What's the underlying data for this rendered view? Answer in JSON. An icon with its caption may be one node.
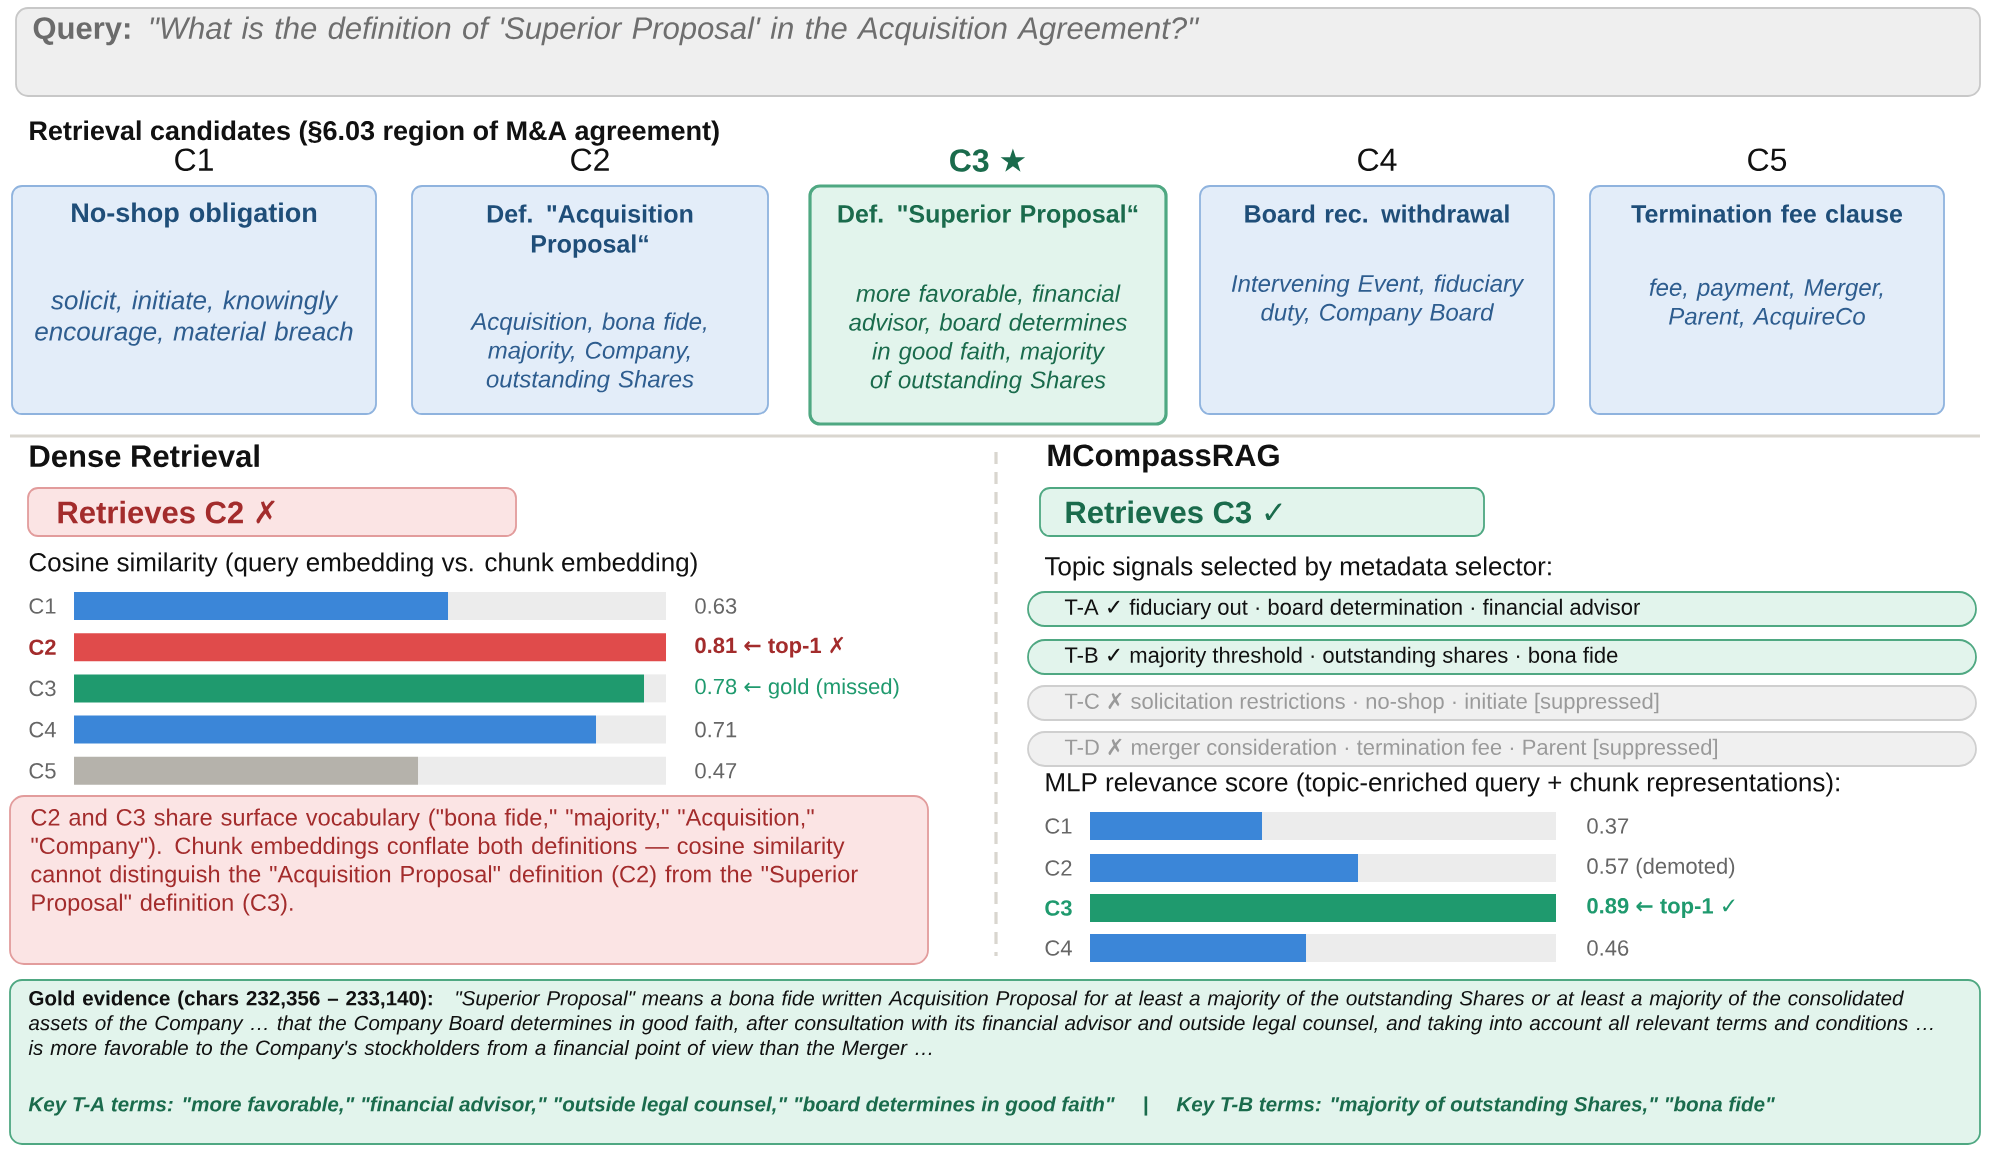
{
  "diagram": {
    "nodes": [
      {
        "text": [
          "Query:",
          "\"What is the definition of 'Superior Proposal' in the Acquisition Agreement?\""
        ]
      },
      {
        "text": [
          "C1",
          "No-shop obligation",
          "solicit, initiate, knowingly encourage, material breach"
        ]
      },
      {
        "text": [
          "C2",
          "Def. \"Acquisition Proposal“",
          "Acquisition, bona fide, majority, Company, outstanding Shares"
        ]
      },
      {
        "text": [
          "C3 ★",
          "Def. \"Superior Proposal“",
          "more favorable, financial advisor, board determines in good faith, majority of outstanding Shares"
        ]
      },
      {
        "text": [
          "C4",
          "Board rec. withdrawal",
          "Intervening Event, fiduciary duty, Company Board"
        ]
      },
      {
        "text": [
          "C5",
          "Termination fee clause",
          "fee, payment, Merger, Parent, AcquireCo"
        ]
      },
      {
        "text": [
          "Retrieves C2 ✗"
        ]
      },
      {
        "text": [
          "C2 and C3 share surface vocabulary (\"bona fide,\" \"majority,\" \"Acquisition,\" \"Company\"). Chunk embeddings conflate both definitions — cosine similarity cannot distinguish the \"Acquisition Proposal\" definition (C2) from the \"Superior Proposal\" definition (C3)."
        ]
      },
      {
        "text": [
          "Retrieves C3 ✓"
        ]
      },
      {
        "text": [
          "T-A ✓  fiduciary out · board determination · financial advisor"
        ]
      },
      {
        "text": [
          "T-B ✓  majority threshold · outstanding shares · bona fide"
        ]
      },
      {
        "text": [
          "T-C ✗  solicitation restrictions · no-shop · initiate  [suppressed]"
        ]
      },
      {
        "text": [
          "T-D ✗  merger consideration · termination fee · Parent  [suppressed]"
        ]
      },
      {
        "text": [
          "Gold evidence (chars 232,356 – 233,140):",
          "\"Superior Proposal\" means a bona fide written Acquisition Proposal for at least a majority of the outstanding Shares or at least a majority of the consolidated assets of the Company … that the Company Board determines in good faith, after consultation with its financial advisor and outside legal counsel, and taking into account all relevant terms and conditions … is more favorable to the Company's stockholders from a financial point of view than the Merger …",
          "Key T-A terms: \"more favorable,\" \"financial advisor,\" \"outside legal counsel,\" \"board determines in good faith\"",
          "|",
          "Key T-B terms: \"majority of outstanding Shares,\" \"bona fide\""
        ]
      }
    ],
    "labels": [
      "Retrieval candidates  (§6.03 region of M&A agreement)",
      "Dense Retrieval",
      "MCompassRAG",
      "Cosine similarity  (query embedding vs. chunk embedding)",
      "Topic signals selected by metadata selector:",
      "MLP relevance score  (topic-enriched query + chunk representations):",
      "C1",
      "0.63",
      "C2",
      "0.81 ← top-1 ✗",
      "C3",
      "0.78 ← gold (missed)",
      "C4",
      "0.71",
      "C5",
      "0.47",
      "C1",
      "0.37",
      "C2",
      "0.57  (demoted)",
      "C3",
      "0.89 ← top-1 ✓",
      "C4",
      "0.46"
    ]
  }
}
